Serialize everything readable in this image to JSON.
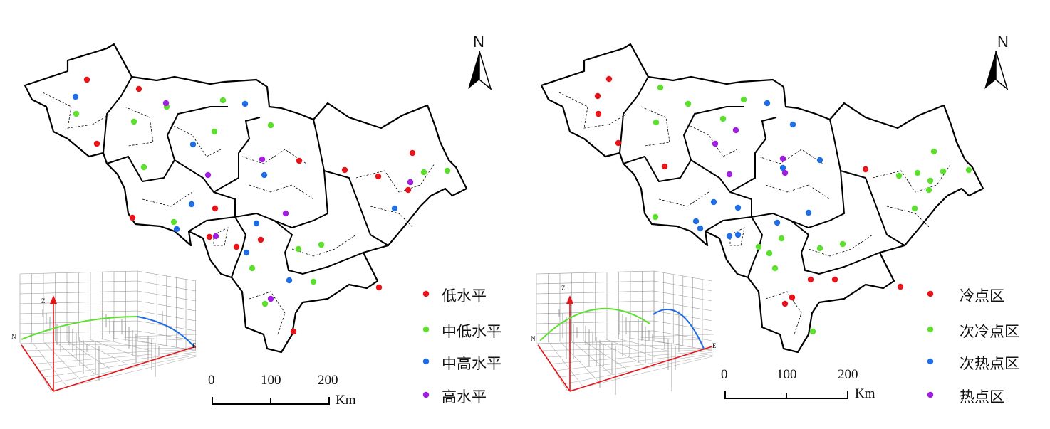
{
  "panels": [
    {
      "id": "levels",
      "north_label": "N",
      "scale": {
        "ticks": [
          "0",
          "100",
          "200"
        ],
        "unit": "Km"
      },
      "trend_axes": {
        "z": "Z",
        "n": "N",
        "e": "E"
      },
      "legend": [
        {
          "label": "低水平",
          "color": "#e8141a"
        },
        {
          "label": "中低水平",
          "color": "#5be02e"
        },
        {
          "label": "中高水平",
          "color": "#1f6ee6"
        },
        {
          "label": "高水平",
          "color": "#a21ee0"
        }
      ]
    },
    {
      "id": "hotspots",
      "north_label": "N",
      "scale": {
        "ticks": [
          "0",
          "100",
          "200"
        ],
        "unit": "Km"
      },
      "trend_axes": {
        "z": "Z",
        "n": "N",
        "e": "E"
      },
      "legend": [
        {
          "label": "冷点区",
          "color": "#e8141a"
        },
        {
          "label": "次冷点区",
          "color": "#5be02e"
        },
        {
          "label": "次热点区",
          "color": "#1f6ee6"
        },
        {
          "label": "热点区",
          "color": "#a21ee0"
        }
      ]
    }
  ]
}
